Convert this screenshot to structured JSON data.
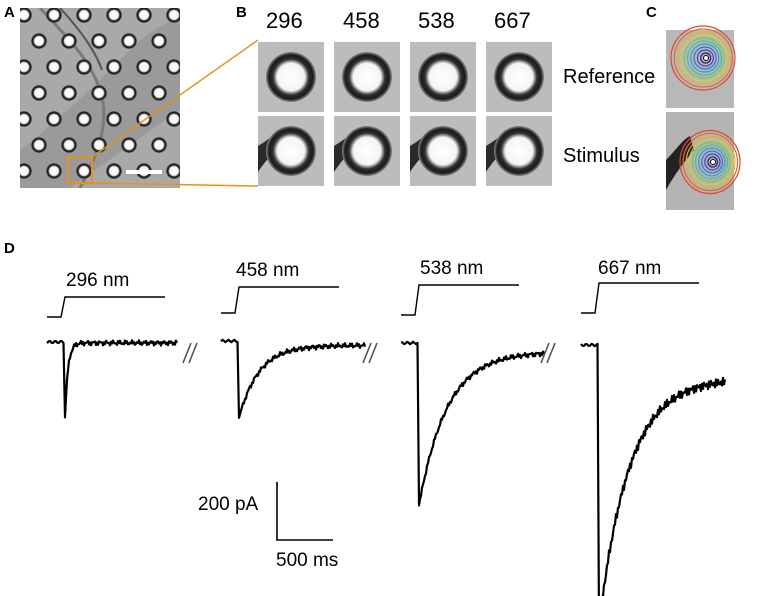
{
  "panels": {
    "a": {
      "letter": "A"
    },
    "b": {
      "letter": "B",
      "sizes": [
        "296",
        "458",
        "538",
        "667"
      ]
    },
    "c": {
      "letter": "C",
      "reference_label": "Reference",
      "stimulus_label": "Stimulus"
    },
    "d": {
      "letter": "D"
    }
  },
  "traces": [
    {
      "label": "296 nm",
      "peak_pA": -260,
      "sustained_pA": -3,
      "recovery": "fast"
    },
    {
      "label": "458 nm",
      "peak_pA": -265,
      "sustained_pA": -15,
      "recovery": "moderate"
    },
    {
      "label": "538 nm",
      "peak_pA": -560,
      "sustained_pA": -30,
      "recovery": "slow"
    },
    {
      "label": "667 nm",
      "peak_pA": -965,
      "sustained_pA": -115,
      "recovery": "slowest"
    }
  ],
  "scale_bar": {
    "current_label": "200 pA",
    "time_label": "500 ms"
  },
  "colors": {
    "highlight": "#e8901c",
    "trace": "#000000",
    "micrograph_bg": "#a8a8a8"
  }
}
